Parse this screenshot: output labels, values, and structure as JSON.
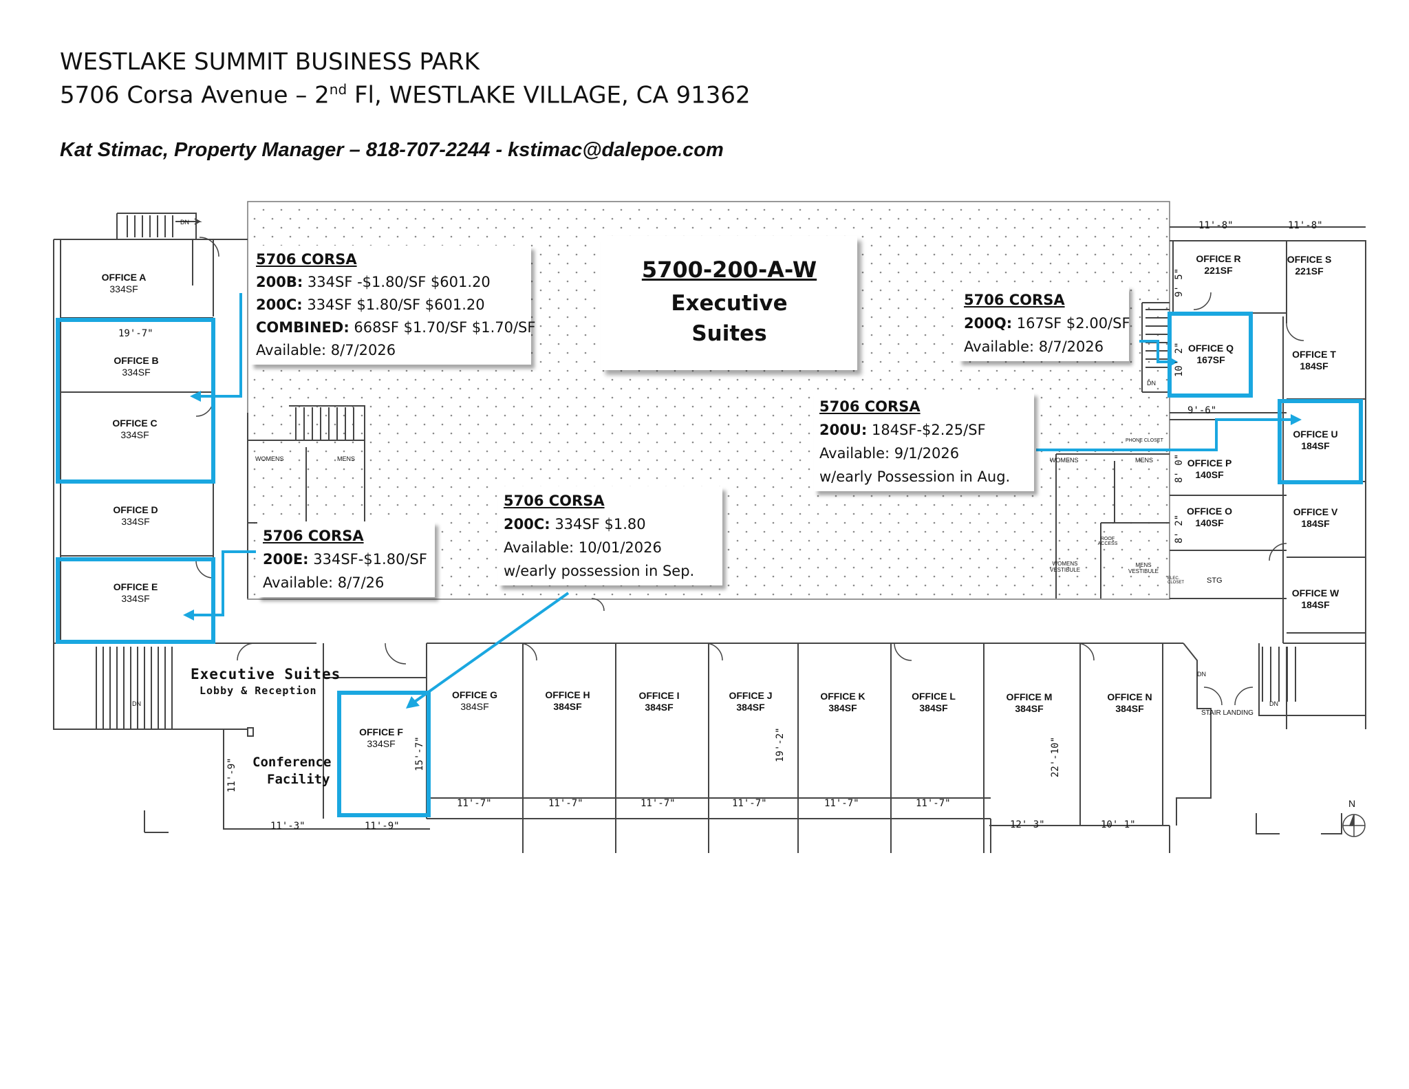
{
  "header": {
    "park_name": "WESTLAKE SUMMIT BUSINESS PARK",
    "address_prefix": "5706 Corsa Avenue – 2",
    "address_sup": "nd",
    "address_suffix": " Fl, WESTLAKE VILLAGE, CA 91362",
    "manager_line": "Kat Stimac, Property Manager – 818-707-2244 - kstimac@dalepoe.com"
  },
  "title_box": {
    "code": "5700-200-A-W",
    "line1": "Executive",
    "line2": "Suites"
  },
  "callouts": {
    "bc": {
      "heading": "5706 CORSA",
      "l1_bold": "200B:",
      "l1_text": " 334SF -$1.80/SF $601.20",
      "l2_bold": "200C:",
      "l2_text": " 334SF $1.80/SF $601.20",
      "l3_bold": "COMBINED:",
      "l3_text": " 668SF $1.70/SF $1.70/SF",
      "l4": "Available:  8/7/2026"
    },
    "q": {
      "heading": "5706 CORSA",
      "l1_bold": "200Q:",
      "l1_text": " 167SF $2.00/SF",
      "l2": "Available:  8/7/2026"
    },
    "u": {
      "heading": "5706 CORSA",
      "l1_bold": "200U:",
      "l1_text": " 184SF-$2.25/SF",
      "l2": "Available: 9/1/2026",
      "l3": "w/early Possession in Aug."
    },
    "c2": {
      "heading": "5706 CORSA",
      "l1_bold": "200C:",
      "l1_text": " 334SF $1.80",
      "l2": "Available: 10/01/2026",
      "l3": "w/early possession in Sep."
    },
    "e": {
      "heading": "5706 CORSA",
      "l1_bold": "200E:",
      "l1_text": " 334SF-$1.80/SF",
      "l2": "Available: 8/7/26"
    }
  },
  "rooms": [
    {
      "name": "OFFICE A",
      "size": "334SF"
    },
    {
      "name": "OFFICE B",
      "size": "334SF"
    },
    {
      "name": "OFFICE C",
      "size": "334SF"
    },
    {
      "name": "OFFICE D",
      "size": "334SF"
    },
    {
      "name": "OFFICE E",
      "size": "334SF"
    },
    {
      "name": "OFFICE F",
      "size": "334SF"
    },
    {
      "name": "OFFICE G",
      "size": "384SF"
    },
    {
      "name": "OFFICE H",
      "size": "384SF"
    },
    {
      "name": "OFFICE I",
      "size": "384SF"
    },
    {
      "name": "OFFICE J",
      "size": "384SF"
    },
    {
      "name": "OFFICE K",
      "size": "384SF"
    },
    {
      "name": "OFFICE L",
      "size": "384SF"
    },
    {
      "name": "OFFICE M",
      "size": "384SF"
    },
    {
      "name": "OFFICE N",
      "size": "384SF"
    },
    {
      "name": "OFFICE O",
      "size": "140SF"
    },
    {
      "name": "OFFICE P",
      "size": "140SF"
    },
    {
      "name": "OFFICE Q",
      "size": "167SF"
    },
    {
      "name": "OFFICE R",
      "size": "221SF"
    },
    {
      "name": "OFFICE S",
      "size": "221SF"
    },
    {
      "name": "OFFICE T",
      "size": "184SF"
    },
    {
      "name": "OFFICE U",
      "size": "184SF"
    },
    {
      "name": "OFFICE V",
      "size": "184SF"
    },
    {
      "name": "OFFICE W",
      "size": "184SF"
    }
  ],
  "labels": {
    "lobby_title": "Executive Suites",
    "lobby_sub": "Lobby & Reception",
    "conference_1": "Conference",
    "conference_2": "Facility",
    "womens": "WOMENS",
    "mens": "MENS",
    "womens2": "WOMENS",
    "mens2": "MENS",
    "dn": "DN",
    "dn2": "DN",
    "dn3": "DN",
    "dn4": "DN",
    "dn5": "DN",
    "phone_closet": "PHONE CLOSET",
    "roof_access": "ROOF ACCESS",
    "womens_vest": "WOMENS VESTIBULE",
    "mens_vest": "MENS VESTIBULE",
    "elec_closet": "ELEC. CLOSET",
    "stg": "STG",
    "stair_landing": "STAIR LANDING",
    "north": "N"
  },
  "dimensions": {
    "d_19_7": "19'-7\"",
    "d_11_8a": "11'-8\"",
    "d_11_8b": "11'-8\"",
    "d_9_6": "9'-6\"",
    "d_9_5": "9' 5\"",
    "d_10_2": "10' 2\"",
    "d_8_0": "8' 0\"",
    "d_8_2": "8' 2\"",
    "d_11_7a": "11'-7\"",
    "d_11_7b": "11'-7\"",
    "d_11_7c": "11'-7\"",
    "d_11_7d": "11'-7\"",
    "d_11_7e": "11'-7\"",
    "d_11_7f": "11'-7\"",
    "d_11_3": "11'-3\"",
    "d_11_9": "11'-9\"",
    "d_11_9v": "11'-9\"",
    "d_15_7": "15'-7\"",
    "d_19_2": "19'-2\"",
    "d_22_10": "22'-10\"",
    "d_12_3": "12' 3\"",
    "d_10_1": "10' 1\""
  },
  "colors": {
    "highlight": "#1aa7e0",
    "wall": "#444444",
    "atrium_dot": "#8a8a8a"
  }
}
